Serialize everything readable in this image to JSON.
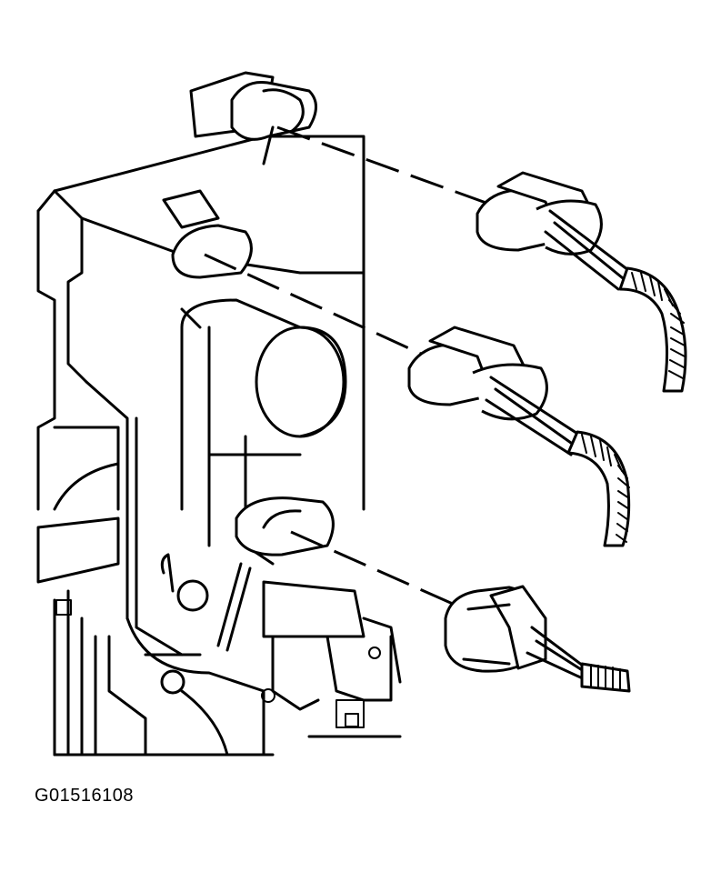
{
  "figure": {
    "code": "G01516108"
  },
  "components": [
    {
      "name": "connector-upper",
      "icon": "electrical-connector-icon"
    },
    {
      "name": "connector-middle",
      "icon": "electrical-connector-icon"
    },
    {
      "name": "connector-lower",
      "icon": "electrical-connector-icon"
    }
  ],
  "colors": {
    "line": "#000000",
    "background": "#ffffff"
  }
}
